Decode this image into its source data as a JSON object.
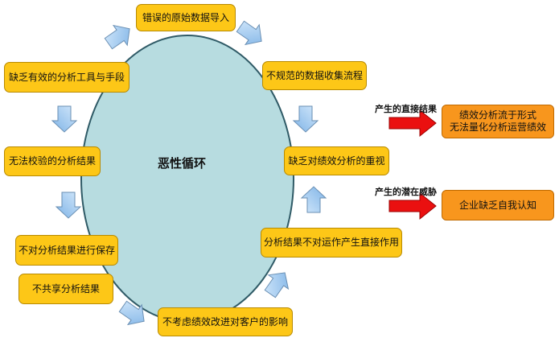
{
  "center_label": "恶性循环",
  "cycle_steps": [
    "错误的原始数据导入",
    "不规范的数据收集流程",
    "缺乏对绩效分析的重视",
    "分析结果不对运作产生直接作用",
    "不考虑绩效改进对客户的影响",
    "不共享分析结果",
    "不对分析结果进行保存",
    "无法校验的分析结果",
    "缺乏有效的分析工具与手段"
  ],
  "outcomes": [
    {
      "label": "产生的直接结果",
      "lines": [
        "绩效分析流于形式",
        "无法量化分析运营绩效"
      ]
    },
    {
      "label": "产生的潜在威胁",
      "lines": [
        "企业缺乏自我认知"
      ]
    }
  ],
  "colors": {
    "ellipse": "#b7dce0",
    "box": "#fdc717",
    "outcome_box": "#f8961d",
    "arrow_blue": "#9cc7ee",
    "arrow_red": "#ea1010"
  }
}
